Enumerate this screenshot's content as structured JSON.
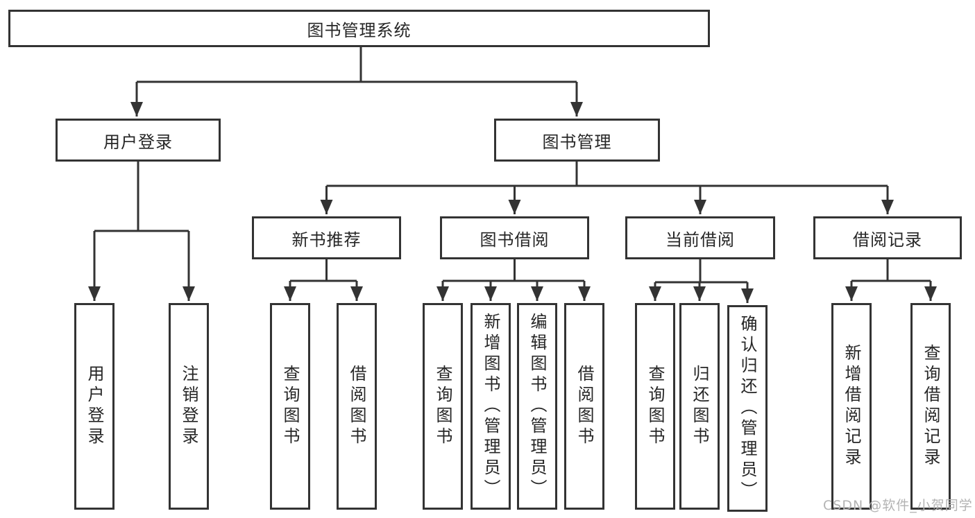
{
  "diagram_title": "图书管理系统",
  "nodes": {
    "root": {
      "label": "图书管理系统"
    },
    "user_login": {
      "label": "用户登录"
    },
    "book_mgmt": {
      "label": "图书管理"
    },
    "login_children": [
      {
        "label": "用户登录"
      },
      {
        "label": "注销登录"
      }
    ],
    "modules": [
      {
        "label": "新书推荐"
      },
      {
        "label": "图书借阅"
      },
      {
        "label": "当前借阅"
      },
      {
        "label": "借阅记录"
      }
    ],
    "new_book_children": [
      {
        "label": "查询图书"
      },
      {
        "label": "借阅图书"
      }
    ],
    "book_borrow_children": [
      {
        "label": "查询图书"
      },
      {
        "label": "新增图书（管理员）"
      },
      {
        "label": "编辑图书（管理员）"
      },
      {
        "label": "借阅图书"
      }
    ],
    "current_borrow_children": [
      {
        "label": "查询图书"
      },
      {
        "label": "归还图书"
      },
      {
        "label": "确认归还（管理员）"
      }
    ],
    "borrow_record_children": [
      {
        "label": "新增借阅记录"
      },
      {
        "label": "查询借阅记录"
      }
    ]
  },
  "watermark": "CSDN @软件_小贺同学",
  "colors": {
    "line": "#333333",
    "text": "#262626",
    "watermark": "#b3b3b3",
    "background": "#ffffff"
  }
}
